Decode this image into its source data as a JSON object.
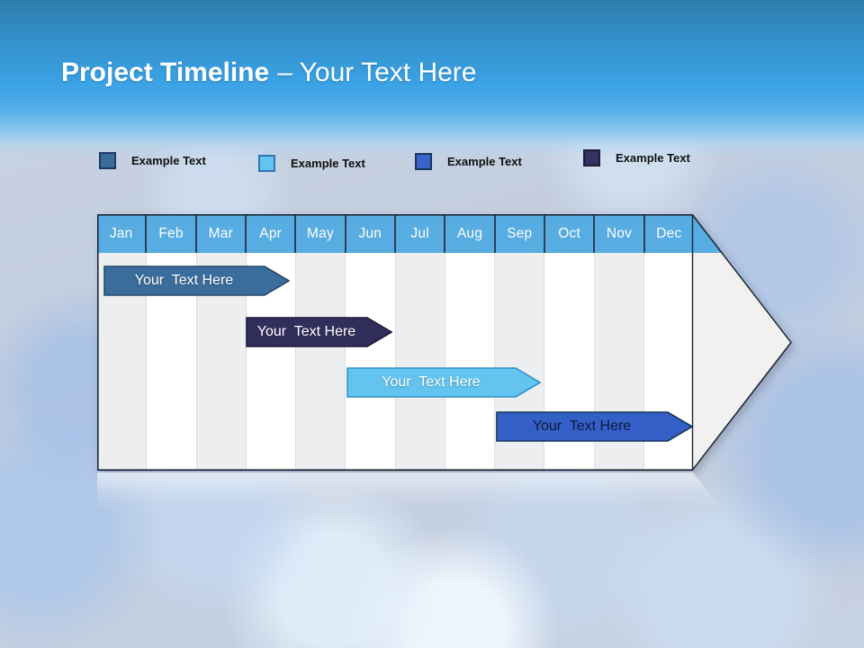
{
  "slide": {
    "title_primary": "Project Timeline",
    "title_secondary": "– Your Text Here"
  },
  "legend": {
    "items": [
      {
        "label": "Example Text",
        "fill": "#3a6d9c",
        "border": "#1f3864"
      },
      {
        "label": "Example Text",
        "fill": "#63c5ef",
        "border": "#2e75b6"
      },
      {
        "label": "Example Text",
        "fill": "#3b63c9",
        "border": "#17365d"
      },
      {
        "label": "Example Text",
        "fill": "#333260",
        "border": "#1d1a3a"
      }
    ]
  },
  "timeline": {
    "months": [
      "Jan",
      "Feb",
      "Mar",
      "Apr",
      "May",
      "Jun",
      "Jul",
      "Aug",
      "Sep",
      "Oct",
      "Nov",
      "Dec"
    ],
    "colors": {
      "header": "#57ace1",
      "body_stripe": "#edeeef",
      "body_alt": "#ffffff",
      "outline": "#1b2838"
    },
    "bars": [
      {
        "label": "Your  Text Here",
        "fill": "#3a6d9c",
        "border": "#27496b",
        "text_color": "#ffffff",
        "start_month": "Jan",
        "end_month": "Apr"
      },
      {
        "label": "Your  Text Here",
        "fill": "#322e5c",
        "border": "#1d1a3a",
        "text_color": "#ffffff",
        "start_month": "Apr",
        "end_month": "Jun"
      },
      {
        "label": "Your  Text Here",
        "fill": "#63c5ef",
        "border": "#2e8fc6",
        "text_color": "#ffffff",
        "start_month": "Jun",
        "end_month": "Sep"
      },
      {
        "label": "Your  Text Here",
        "fill": "#335fc7",
        "border": "#17365d",
        "text_color": "#0d1b3e",
        "start_month": "Sep",
        "end_month": "Dec"
      }
    ]
  },
  "chart_data": {
    "type": "bar",
    "subtype": "gantt-timeline",
    "x": [
      "Jan",
      "Feb",
      "Mar",
      "Apr",
      "May",
      "Jun",
      "Jul",
      "Aug",
      "Sep",
      "Oct",
      "Nov",
      "Dec"
    ],
    "bars": [
      {
        "label": "Your  Text Here",
        "start_month": "Jan",
        "end_month": "Apr"
      },
      {
        "label": "Your  Text Here",
        "start_month": "Apr",
        "end_month": "Jun"
      },
      {
        "label": "Your  Text Here",
        "start_month": "Jun",
        "end_month": "Sep"
      },
      {
        "label": "Your  Text Here",
        "start_month": "Sep",
        "end_month": "Dec"
      }
    ],
    "title": "Project Timeline – Your Text Here",
    "legend_position": "top",
    "grid": "monthly-columns"
  }
}
